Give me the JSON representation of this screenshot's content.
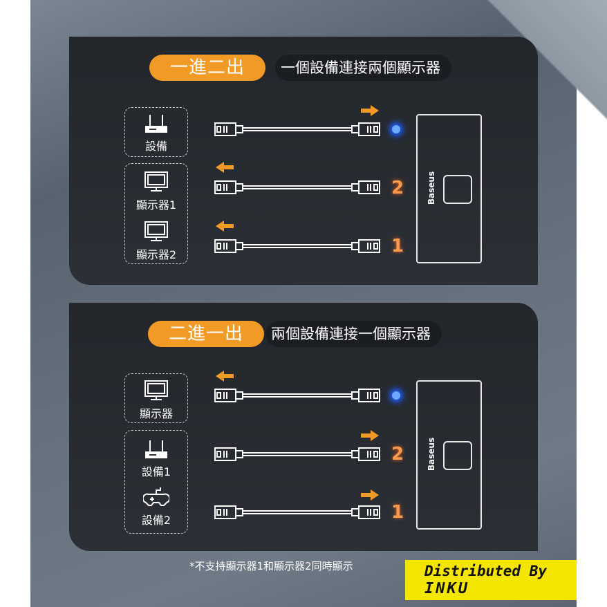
{
  "section1": {
    "badge": "一進二出",
    "subtitle": "一個設備連接兩個顯示器",
    "items": [
      {
        "label": "設備",
        "icon": "router-icon"
      },
      {
        "label": "顯示器1",
        "icon": "monitor-icon"
      },
      {
        "label": "顯示器2",
        "icon": "monitor-icon"
      }
    ],
    "ports": [
      "2",
      "1"
    ],
    "device_brand": "Baseus"
  },
  "section2": {
    "badge": "二進一出",
    "subtitle": "兩個設備連接一個顯示器",
    "items": [
      {
        "label": "顯示器",
        "icon": "monitor-icon"
      },
      {
        "label": "設備1",
        "icon": "router-icon"
      },
      {
        "label": "設備2",
        "icon": "gamepad-icon"
      }
    ],
    "ports": [
      "2",
      "1"
    ],
    "device_brand": "Baseus"
  },
  "footnote": "*不支持顯示器1和顯示器2同時顯示",
  "watermark": {
    "line1": "Distributed By",
    "line2": "INKU"
  },
  "colors": {
    "accent": "#f19a26",
    "led": "#1d5cff",
    "panel": "#23272c"
  }
}
